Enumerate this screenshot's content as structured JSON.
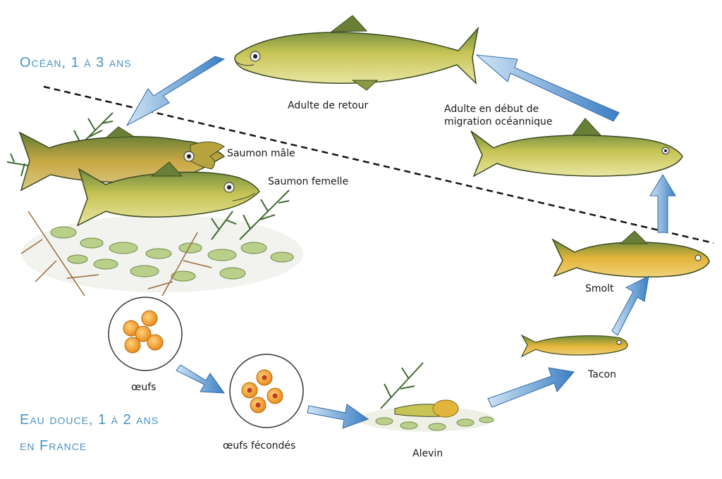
{
  "zones": {
    "ocean": "Océan, 1 à 3 ans",
    "fresh_line1": "Eau douce, 1 à 2 ans",
    "fresh_line2": "en France"
  },
  "stages": {
    "adult_return": "Adulte de retour",
    "adult_migration_l1": "Adulte en début de",
    "adult_migration_l2": "migration océannique",
    "male": "Saumon mâle",
    "female": "Saumon femelle",
    "eggs": "œufs",
    "fertilized_eggs": "œufs fécondés",
    "alevin": "Alevin",
    "tacon": "Tacon",
    "smolt": "Smolt"
  },
  "colors": {
    "arrow": "#5b9bd5",
    "zone_text": "#4a92bf",
    "fish_body": "#c9c24a",
    "fish_dark": "#5f7a3a",
    "egg": "#f0a030"
  }
}
